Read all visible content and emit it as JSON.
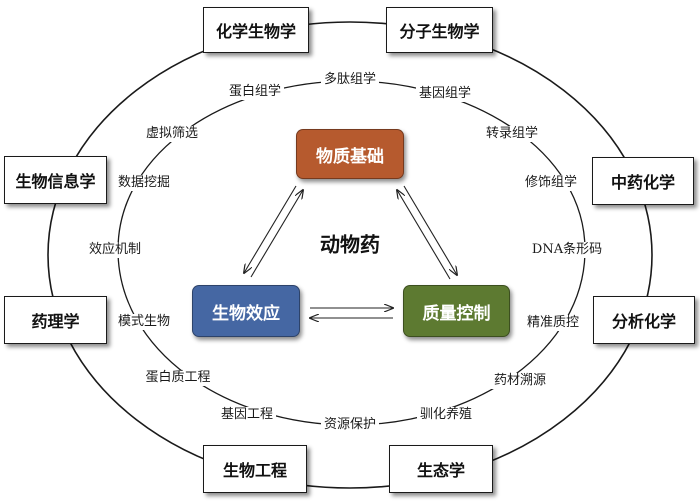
{
  "center_title": "动物药",
  "core": {
    "material_basis": {
      "label": "物质基础",
      "color": "#b65a2e"
    },
    "biological_effect": {
      "label": "生物效应",
      "color": "#4567a3"
    },
    "quality_control": {
      "label": "质量控制",
      "color": "#5d7a31"
    }
  },
  "disciplines": {
    "chemical_biology": "化学生物学",
    "molecular_biology": "分子生物学",
    "bioinformatics": "生物信息学",
    "tcm_chemistry": "中药化学",
    "pharmacology": "药理学",
    "analytical_chemistry": "分析化学",
    "bioengineering": "生物工程",
    "ecology": "生态学"
  },
  "terms": {
    "peptidomics": "多肽组学",
    "proteomics": "蛋白组学",
    "genomics": "基因组学",
    "virtual_screening": "虚拟筛选",
    "transcriptomics": "转录组学",
    "data_mining": "数据挖掘",
    "modificomics": "修饰组学",
    "mechanism": "效应机制",
    "dna_barcode": "DNA条形码",
    "model_organism": "模式生物",
    "precise_qc": "精准质控",
    "protein_engineering": "蛋白质工程",
    "herb_tracing": "药材溯源",
    "genetic_engineering": "基因工程",
    "resource_protection": "资源保护",
    "domestication": "驯化养殖"
  }
}
